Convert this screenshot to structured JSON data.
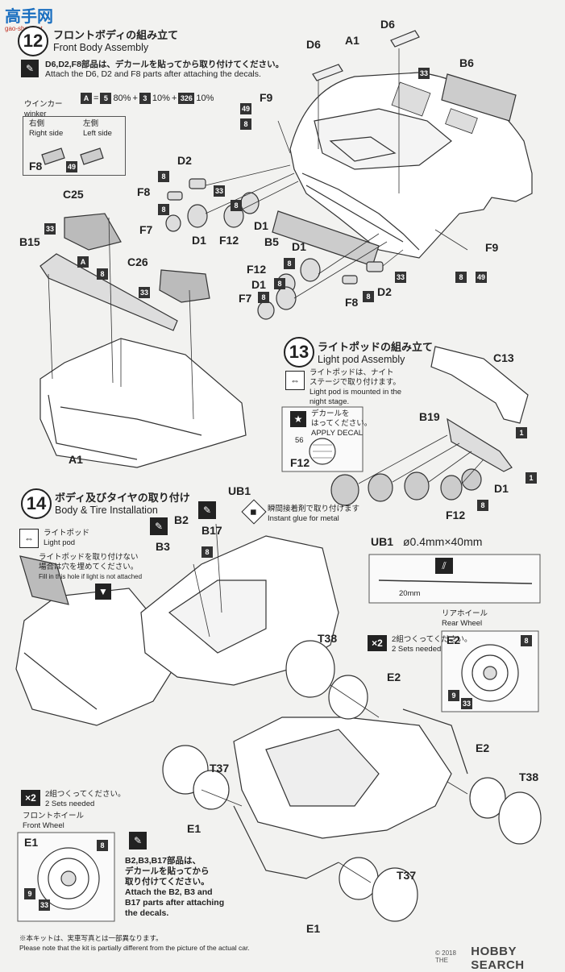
{
  "watermark": {
    "top": "高手网",
    "sub": "gao-shou.net"
  },
  "step12": {
    "num": "12",
    "jp": "フロントボディの組み立て",
    "en": "Front Body Assembly",
    "note_jp": "D6,D2,F8部品は、デカールを貼ってから取り付けてください。",
    "note_en": "Attach the D6, D2 and F8 parts after attaching the decals.",
    "winker_jp": "ウインカー",
    "winker_en": "winker",
    "mix": {
      "a": "A",
      "eq": "=",
      "c1": "5",
      "p1": "80%",
      "plus1": "+",
      "c2": "3",
      "p2": "10%",
      "plus2": "+",
      "c3": "326",
      "p3": "10%"
    },
    "right_jp": "右側",
    "right_en": "Right side",
    "left_jp": "左側",
    "left_en": "Left side",
    "f8": "F8",
    "n49": "49"
  },
  "labels": {
    "D6a": "D6",
    "D6b": "D6",
    "A1a": "A1",
    "B6": "B6",
    "F9a": "F9",
    "D2a": "D2",
    "F8a": "F8",
    "C25": "C25",
    "F7a": "F7",
    "D1a": "D1",
    "F12a": "F12",
    "D1b": "D1",
    "B15": "B15",
    "B5": "B5",
    "D1c": "D1",
    "C26": "C26",
    "F12b": "F12",
    "D1d": "D1",
    "F7b": "F7",
    "F8b": "F8",
    "D2b": "D2",
    "F9b": "F9",
    "A1b": "A1",
    "A": "A"
  },
  "codes": {
    "n33": "33",
    "n8": "8",
    "n49": "49"
  },
  "step13": {
    "num": "13",
    "jp": "ライトポッドの組み立て",
    "en": "Light pod Assembly",
    "note_jp1": "ライトポッドは、ナイト",
    "note_jp2": "ステージで取り付けます。",
    "note_en1": "Light pod is mounted in the",
    "note_en2": "night stage.",
    "decal_jp1": "デカールを",
    "decal_jp2": "はってください。",
    "decal_en": "APPLY DECAL",
    "decal_n": "56",
    "C13": "C13",
    "B19": "B19",
    "F12": "F12",
    "D1": "D1",
    "F12c": "F12",
    "n1": "1",
    "n8": "8"
  },
  "step14": {
    "num": "14",
    "jp": "ボディ及びタイヤの取り付け",
    "en": "Body & Tire Installation",
    "pod_jp": "ライトポッド",
    "pod_en": "Light pod",
    "fill_jp1": "ライトポッドを取り付けない",
    "fill_jp2": "場合は穴を埋めてください。",
    "fill_en": "Fill in this hole if light is not attached",
    "glue_jp": "瞬間接着剤で取り付けます",
    "glue_en": "Instant glue for metal",
    "UB1": "UB1",
    "B2": "B2",
    "B3": "B3",
    "B17": "B17",
    "T38a": "T38",
    "E2a": "E2",
    "E2b": "E2",
    "T37a": "T37",
    "E1a": "E1",
    "T38b": "T38",
    "T37b": "T37",
    "E1b": "E1",
    "ub1_spec": "UB1",
    "ub1_dim": "ø0.4mm×40mm",
    "mm20": "20mm",
    "rear_jp": "リアホイール",
    "rear_en": "Rear Wheel",
    "x2": "×2",
    "sets_jp": "2組つくってください。",
    "sets_en": "2 Sets needed",
    "E2w": "E2",
    "n8": "8",
    "n9": "9",
    "n33": "33",
    "front_jp": "フロントホイール",
    "front_en": "Front Wheel",
    "E1w": "E1",
    "dec_jp1": "B2,B3,B17部品は、",
    "dec_jp2": "デカールを貼ってから",
    "dec_jp3": "取り付けてください。",
    "dec_en1": "Attach the B2, B3 and",
    "dec_en2": "B17 parts after attaching",
    "dec_en3": "the decals."
  },
  "footer": {
    "jp": "※本キットは、実車写真とは一部異なります。",
    "en": "Please note that the kit is partially different from the picture of the actual car.",
    "logo": "HOBBY SEARCH",
    "copy": "© 2018 THE"
  }
}
